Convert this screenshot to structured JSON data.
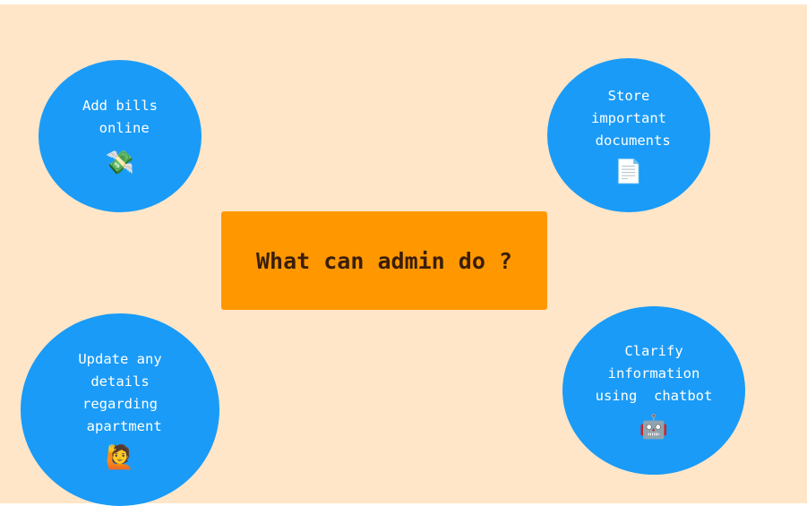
{
  "center": {
    "title": "What can admin do ?"
  },
  "bubbles": [
    {
      "id": "bills",
      "lines": [
        "Add bills",
        " online"
      ],
      "icon": "💸",
      "icon_name": "money-with-wings-icon"
    },
    {
      "id": "docs",
      "lines": [
        "Store",
        "important",
        " documents"
      ],
      "icon": "📄",
      "icon_name": "document-icon"
    },
    {
      "id": "update",
      "lines": [
        "Update any",
        "details",
        "regarding",
        " apartment"
      ],
      "icon": "🙋",
      "icon_name": "person-raising-hand-icon"
    },
    {
      "id": "bot",
      "lines": [
        "Clarify",
        "information",
        "using  chatbot"
      ],
      "icon": "🤖",
      "icon_name": "robot-icon"
    }
  ],
  "colors": {
    "background": "#ffe6c8",
    "center_box": "#ff9800",
    "center_text": "#3a1e0a",
    "bubble": "#1a9bf7",
    "bubble_text": "#ffffff"
  }
}
